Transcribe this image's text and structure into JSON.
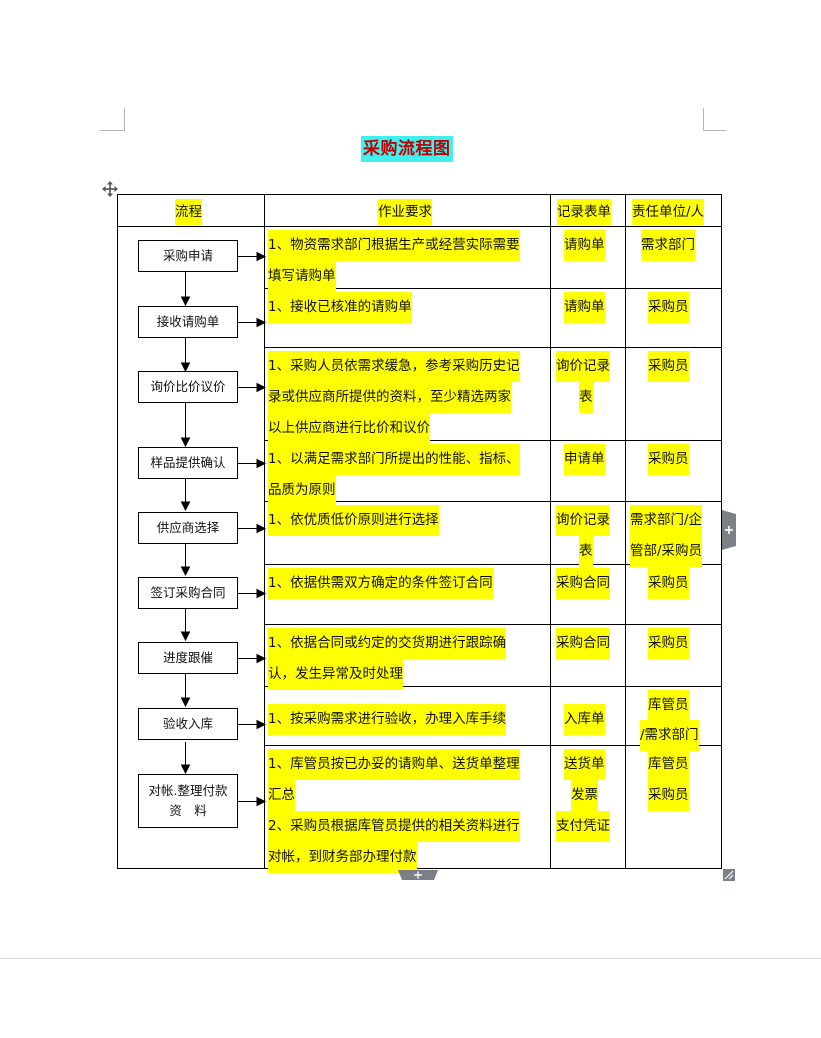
{
  "title": "采购流程图",
  "table": {
    "headers": {
      "flow": "流程",
      "requirement": "作业要求",
      "record": "记录表单",
      "responsible": "责任单位/人"
    },
    "steps": [
      {
        "name": "采购申请",
        "req": [
          "1、物资需求部门根据生产或经营实际需要",
          "填写请购单"
        ],
        "record": [
          "请购单"
        ],
        "resp": [
          "需求部门"
        ]
      },
      {
        "name": "接收请购单",
        "req": [
          "1、接收已核准的请购单"
        ],
        "record": [
          "请购单"
        ],
        "resp": [
          "采购员"
        ]
      },
      {
        "name": "询价比价议价",
        "req": [
          "1、采购人员依需求缓急，参考采购历史记",
          "录或供应商所提供的资料，至少精选两家",
          "以上供应商进行比价和议价"
        ],
        "record": [
          "询价记录",
          "表"
        ],
        "resp": [
          "采购员"
        ]
      },
      {
        "name": "样品提供确认",
        "req": [
          "1、以满足需求部门所提出的性能、指标、",
          "品质为原则"
        ],
        "record": [
          "申请单"
        ],
        "resp": [
          "采购员"
        ]
      },
      {
        "name": "供应商选择",
        "req": [
          "1、依优质低价原则进行选择"
        ],
        "record": [
          "询价记录",
          "表"
        ],
        "resp": [
          "需求部门/企",
          "管部/采购员"
        ]
      },
      {
        "name": "签订采购合同",
        "req": [
          "1、依据供需双方确定的条件签订合同"
        ],
        "record": [
          "采购合同"
        ],
        "resp": [
          "采购员"
        ]
      },
      {
        "name": "进度跟催",
        "req": [
          "1、依据合同或约定的交货期进行跟踪确",
          "认，发生异常及时处理"
        ],
        "record": [
          "采购合同"
        ],
        "resp": [
          "采购员"
        ]
      },
      {
        "name": "验收入库",
        "req": [
          "1、按采购需求进行验收，办理入库手续"
        ],
        "record": [
          "入库单"
        ],
        "resp": [
          "库管员",
          "/需求部门"
        ]
      },
      {
        "name": [
          "对帐.整理付款",
          "资　料"
        ],
        "req": [
          "1、库管员按已办妥的请购单、送货单整理",
          "汇总",
          "2、采购员根据库管员提供的相关资料进行",
          "对帐，到财务部办理付款"
        ],
        "record": [
          "送货单",
          "发票",
          "支付凭证"
        ],
        "resp": [
          "库管员",
          "采购员"
        ]
      }
    ]
  },
  "colors": {
    "highlight": "#ffff00",
    "title_bg": "#3ff0ef",
    "title_text": "#c00000",
    "border": "#000000"
  },
  "icons": {
    "move": "move-arrows-icon",
    "add_row": "plus-icon",
    "add_col": "plus-icon",
    "resize": "resize-corner-icon"
  }
}
